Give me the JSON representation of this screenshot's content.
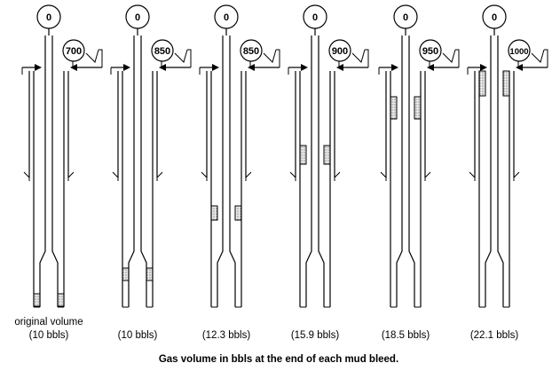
{
  "caption": "Gas volume in bbls at the end of each mud bleed.",
  "first_label": "original volume",
  "wells": [
    {
      "drillpipe_gauge": "0",
      "casing_gauge": "700",
      "volume_label": "(10 bbls)",
      "bubble_depth": "bottom"
    },
    {
      "drillpipe_gauge": "0",
      "casing_gauge": "850",
      "volume_label": "(10 bbls)",
      "bubble_depth": "lower"
    },
    {
      "drillpipe_gauge": "0",
      "casing_gauge": "850",
      "volume_label": "(12.3 bbls)",
      "bubble_depth": "middle"
    },
    {
      "drillpipe_gauge": "0",
      "casing_gauge": "900",
      "volume_label": "(15.9 bbls)",
      "bubble_depth": "upper-middle"
    },
    {
      "drillpipe_gauge": "0",
      "casing_gauge": "950",
      "volume_label": "(18.5 bbls)",
      "bubble_depth": "upper"
    },
    {
      "drillpipe_gauge": "0",
      "casing_gauge": "1000",
      "volume_label": "(22.1 bbls)",
      "bubble_depth": "top"
    }
  ],
  "colors": {
    "line": "#000000",
    "gas_fill": "#e6e6e6",
    "background": "#ffffff"
  }
}
